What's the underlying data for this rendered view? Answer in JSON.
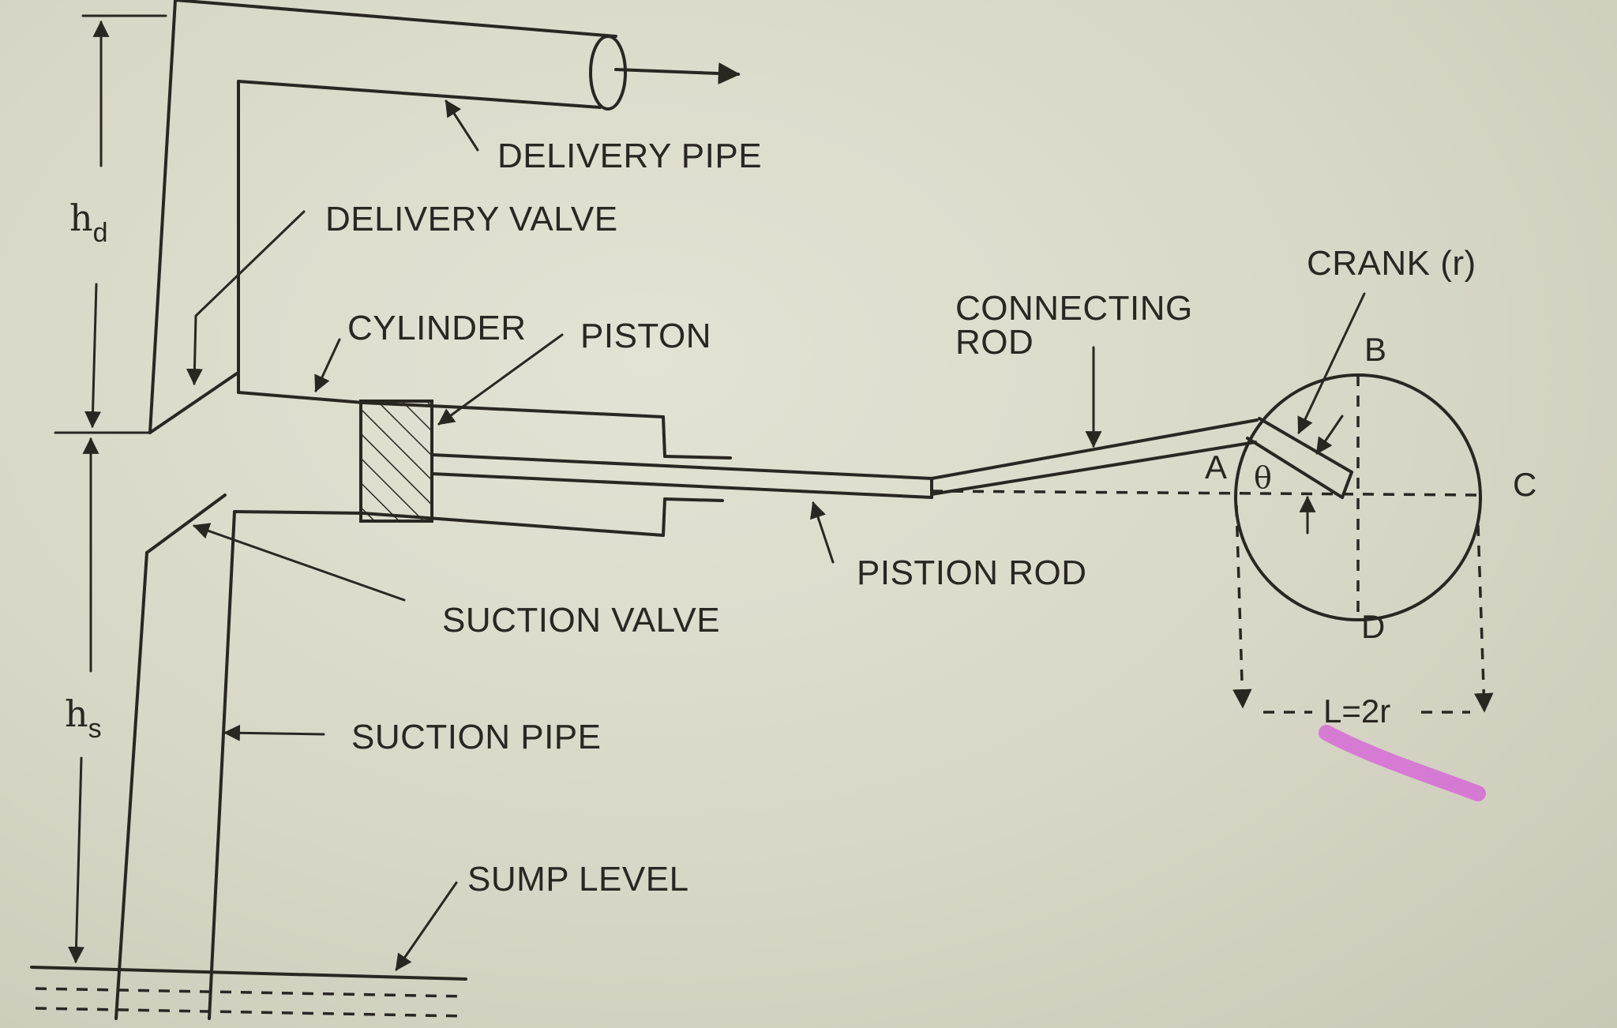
{
  "labels": {
    "delivery_pipe": "DELIVERY PIPE",
    "delivery_valve": "DELIVERY VALVE",
    "cylinder": "CYLINDER",
    "piston": "PISTON",
    "connecting_rod_line1": "CONNECTING",
    "connecting_rod_line2": "ROD",
    "crank": "CRANK (r)",
    "piston_rod": "PISTION ROD",
    "suction_valve": "SUCTION VALVE",
    "suction_pipe": "SUCTION PIPE",
    "sump_level": "SUMP LEVEL",
    "stroke_length": "L=2r"
  },
  "dimensions": {
    "hd_symbol": "h",
    "hd_sub": "d",
    "hs_symbol": "h",
    "hs_sub": "s"
  },
  "points": {
    "A": "A",
    "B": "B",
    "C": "C",
    "D": "D",
    "theta": "θ"
  },
  "colors": {
    "ink": "#2a2620",
    "paper": "#d9d8c9",
    "highlight": "#d66bd6"
  }
}
